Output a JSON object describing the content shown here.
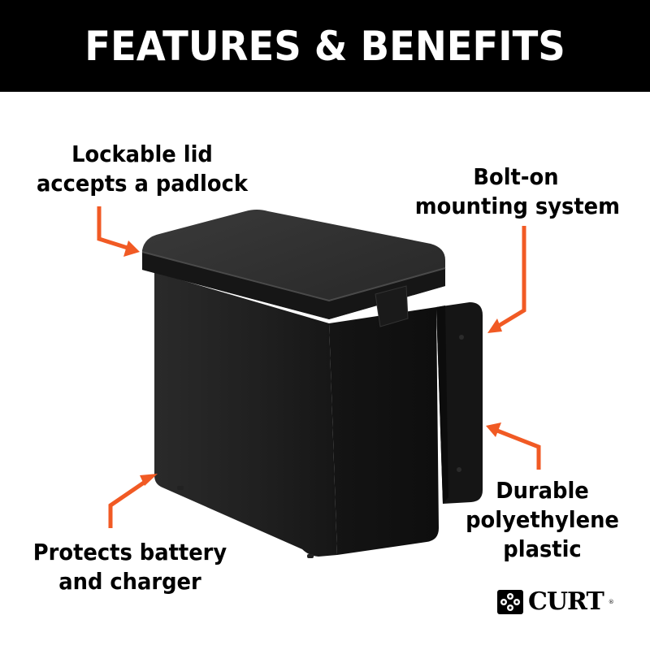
{
  "header": {
    "title": "FEATURES & BENEFITS"
  },
  "colors": {
    "banner_bg": "#000000",
    "banner_text": "#ffffff",
    "arrow": "#f15a24",
    "product": "#1e1e1e"
  },
  "callouts": [
    {
      "id": "lockable-lid",
      "lines": [
        "Lockable lid",
        "accepts a padlock"
      ]
    },
    {
      "id": "bolt-on",
      "lines": [
        "Bolt-on",
        "mounting system"
      ]
    },
    {
      "id": "durable",
      "lines": [
        "Durable",
        "polyethylene",
        "plastic"
      ]
    },
    {
      "id": "protects",
      "lines": [
        "Protects battery",
        "and charger"
      ]
    }
  ],
  "product": {
    "name": "battery box",
    "icon": "battery-box-image"
  },
  "brand": {
    "name": "CURT",
    "icon": "curt-logo-icon",
    "registered": "®"
  }
}
